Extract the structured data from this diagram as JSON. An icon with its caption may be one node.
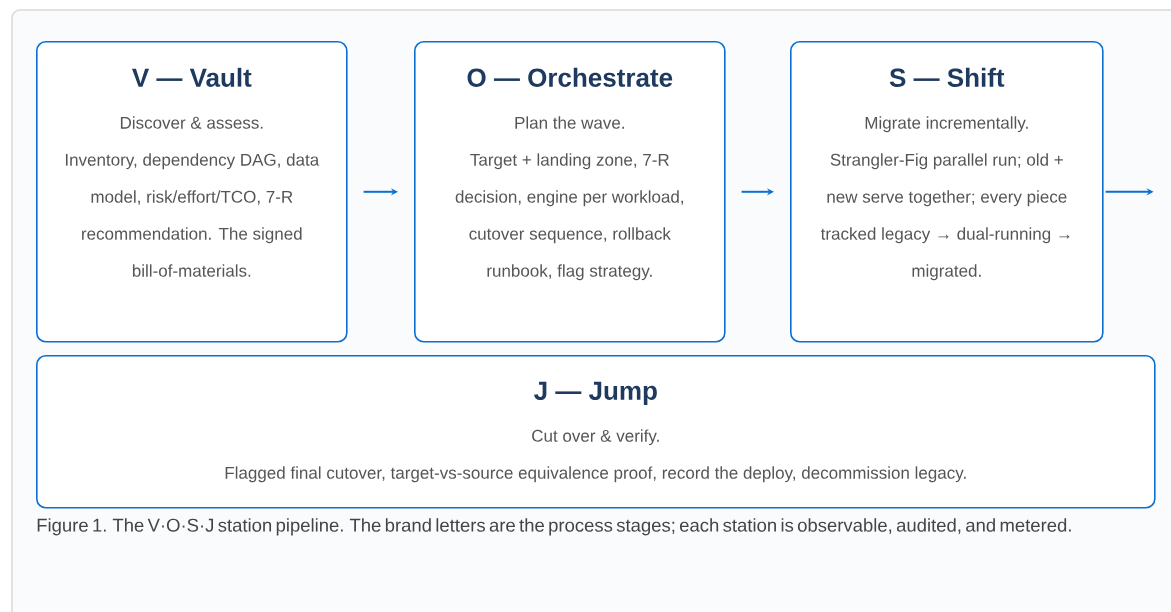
{
  "diagram": {
    "nodes": [
      {
        "text": [
          "V — Vault",
          "Discover & assess.",
          "Inventory, dependency DAG, data model, risk/effort/TCO, 7-R recommendation. The signed bill-of-materials."
        ]
      },
      {
        "text": [
          "O — Orchestrate",
          "Plan the wave.",
          "Target + landing zone, 7-R decision, engine per workload, cutover sequence, rollback runbook, flag strategy."
        ]
      },
      {
        "text": [
          "S — Shift",
          "Migrate incrementally.",
          "Strangler-Fig parallel run; old + new serve together; every piece tracked legacy → dual-running → migrated."
        ]
      },
      {
        "text": [
          "J — Jump",
          "Cut over & verify.",
          "Flagged final cutover, target-vs-source equivalence proof, record the deploy, decommission legacy."
        ]
      }
    ],
    "edges": [
      {
        "from": 0,
        "to": 1,
        "arrow": "to"
      },
      {
        "from": 1,
        "to": 2,
        "arrow": "to"
      },
      {
        "from": 2,
        "to": null,
        "arrow": "to"
      }
    ],
    "caption": "Figure 1. The V·O·S·J station pipeline. The brand letters are the process stages; each station is observable, audited, and metered."
  }
}
